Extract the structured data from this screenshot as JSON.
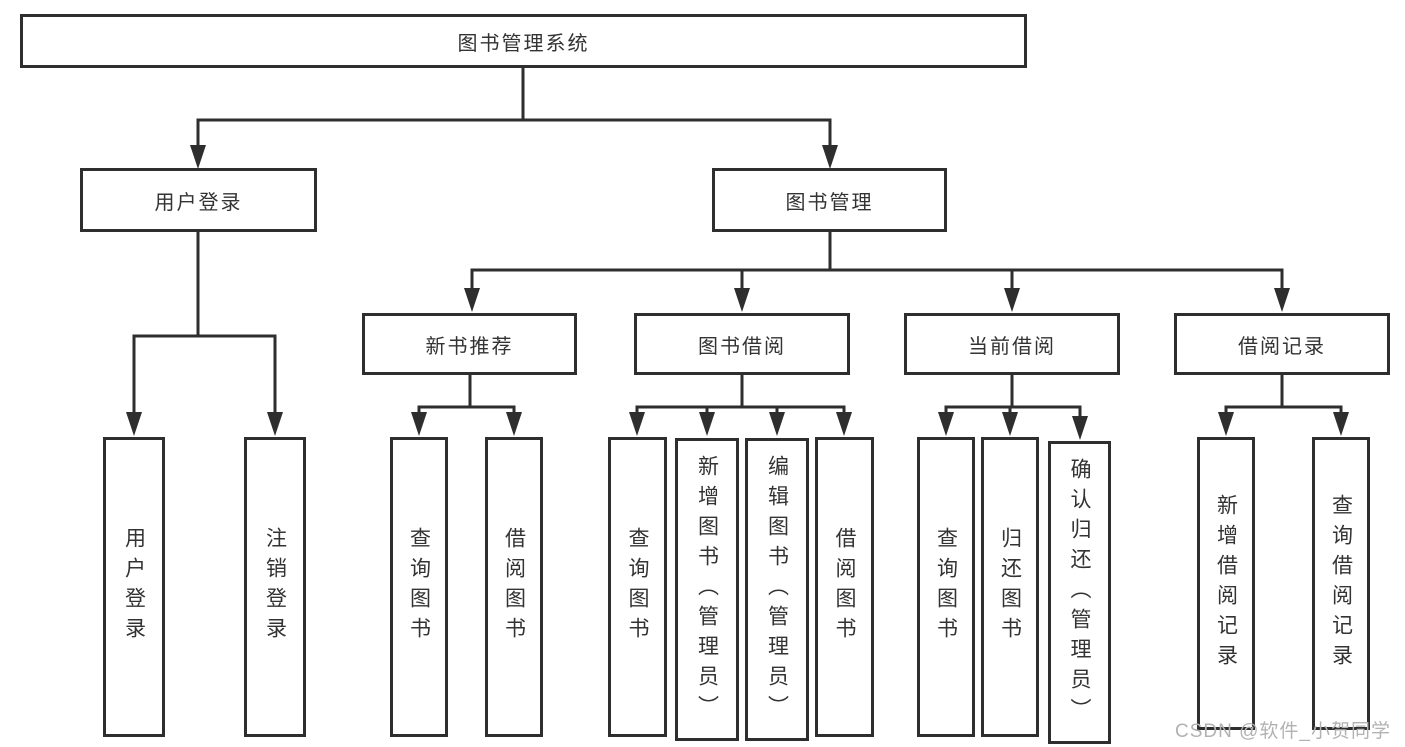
{
  "diagram": {
    "root": {
      "label": "图书管理系统"
    },
    "level1": [
      {
        "label": "用户登录"
      },
      {
        "label": "图书管理"
      }
    ],
    "user_login_children": [
      {
        "label": "用户登录"
      },
      {
        "label": "注销登录"
      }
    ],
    "level2": [
      {
        "label": "新书推荐"
      },
      {
        "label": "图书借阅"
      },
      {
        "label": "当前借阅"
      },
      {
        "label": "借阅记录"
      }
    ],
    "new_book_children": [
      {
        "label": "查询图书"
      },
      {
        "label": "借阅图书"
      }
    ],
    "book_borrow_children": [
      {
        "label": "查询图书"
      },
      {
        "label": "新增图书（管理员）"
      },
      {
        "label": "编辑图书（管理员）"
      },
      {
        "label": "借阅图书"
      }
    ],
    "current_borrow_children": [
      {
        "label": "查询图书"
      },
      {
        "label": "归还图书"
      },
      {
        "label": "确认归还（管理员）"
      }
    ],
    "record_children": [
      {
        "label": "新增借阅记录"
      },
      {
        "label": "查询借阅记录"
      }
    ]
  },
  "watermark": {
    "text": "CSDN @软件_小贺同学"
  },
  "colors": {
    "line": "#2e2e2e",
    "text": "#333333",
    "watermark_gray": "#b2b2b2",
    "background": "#ffffff"
  }
}
